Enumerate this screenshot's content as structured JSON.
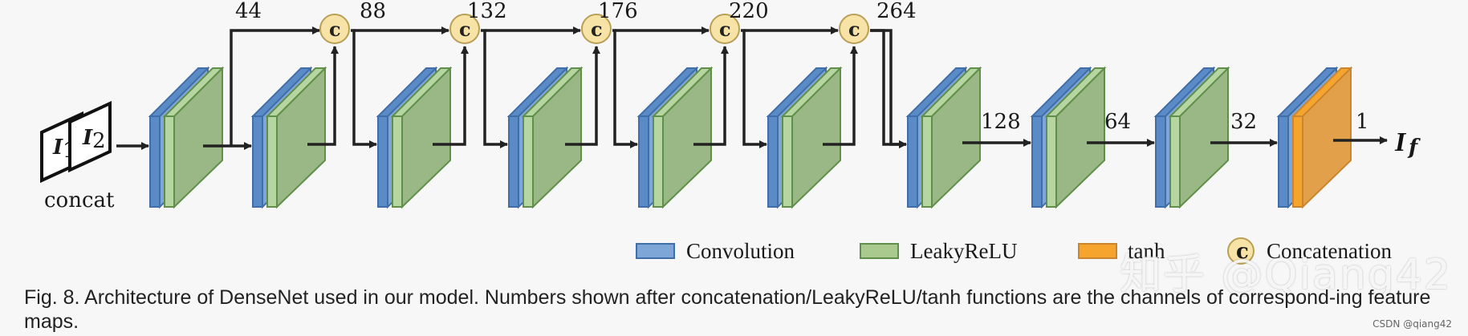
{
  "colors": {
    "conv_face": "#7ea6d6",
    "conv_side": "#5b8bc6",
    "conv_edge": "#3f6ea8",
    "relu_face": "#9ab786",
    "relu_side": "#b7d5a0",
    "relu_edge": "#5f8f4a",
    "tanh_face": "#e3a04a",
    "tanh_side": "#f5a52e",
    "tanh_edge": "#c9862e",
    "concat_fill": "#f8e3a6",
    "concat_stroke": "#b9a055",
    "arrow": "#222222"
  },
  "inputs": {
    "i1": "I",
    "i1_sub": "1",
    "i2": "I",
    "i2_sub": "2",
    "label": "concat"
  },
  "concat_symbol": "c",
  "concat_channels": [
    "44",
    "88",
    "132",
    "176",
    "220",
    "264"
  ],
  "tail_channels": [
    "128",
    "64",
    "32",
    "1"
  ],
  "output_label": "I",
  "output_sub": "f",
  "legend": [
    {
      "name": "Convolution",
      "color": "#7ea6d6"
    },
    {
      "name": "LeakyReLU",
      "color": "#a9c98f"
    },
    {
      "name": "tanh",
      "color": "#f5a52e"
    },
    {
      "name": "Concatenation",
      "symbol": "c"
    }
  ],
  "caption": "Fig. 8. Architecture of DenseNet used in our model. Numbers shown after concatenation/LeakyReLU/tanh functions are the channels of correspond-ing feature maps.",
  "watermark": "知乎 @Qiang42",
  "csdn": "CSDN @qiang42"
}
